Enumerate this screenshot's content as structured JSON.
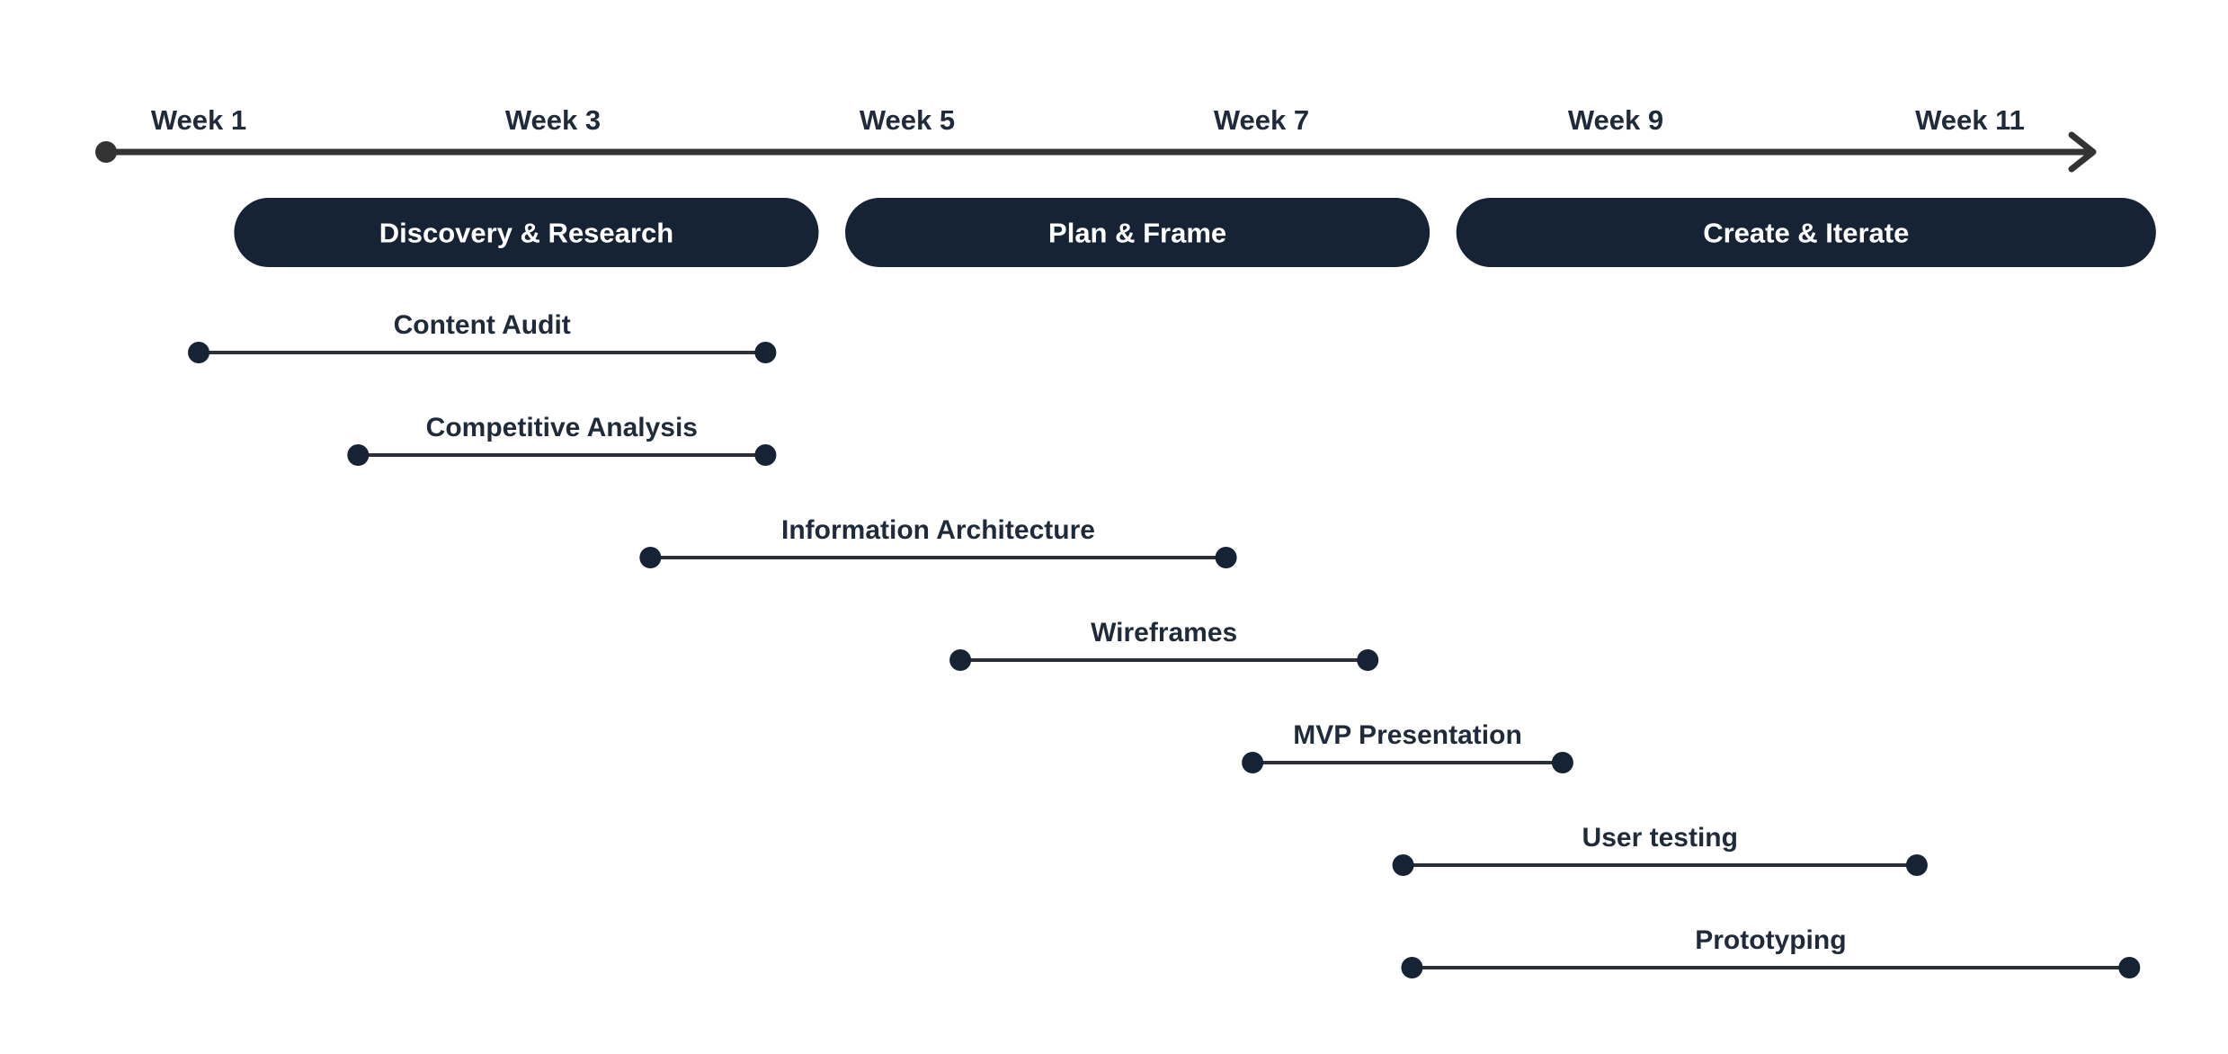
{
  "timeline": {
    "axis_color": "#333333",
    "weeks": [
      "Week 1",
      "Week 3",
      "Week 5",
      "Week 7",
      "Week 9",
      "Week 11"
    ]
  },
  "phases": [
    {
      "label": "Discovery & Research",
      "start_week": 1.2,
      "end_week": 4.5,
      "color": "#152335"
    },
    {
      "label": "Plan & Frame",
      "start_week": 4.65,
      "end_week": 7.95,
      "color": "#152335"
    },
    {
      "label": "Create & Iterate",
      "start_week": 8.1,
      "end_week": 12.05,
      "color": "#152335"
    }
  ],
  "tasks": [
    {
      "label": "Content Audit",
      "start_week": 1.0,
      "end_week": 4.2
    },
    {
      "label": "Competitive Analysis",
      "start_week": 1.9,
      "end_week": 4.2
    },
    {
      "label": "Information Architecture",
      "start_week": 3.55,
      "end_week": 6.8
    },
    {
      "label": "Wireframes",
      "start_week": 5.3,
      "end_week": 7.6
    },
    {
      "label": "MVP Presentation",
      "start_week": 6.95,
      "end_week": 8.7
    },
    {
      "label": "User testing",
      "start_week": 7.8,
      "end_week": 10.7
    },
    {
      "label": "Prototyping",
      "start_week": 7.85,
      "end_week": 11.9
    }
  ],
  "colors": {
    "task_line": "#2a2f38",
    "task_dot": "#152335",
    "text": "#1f2a3a"
  }
}
